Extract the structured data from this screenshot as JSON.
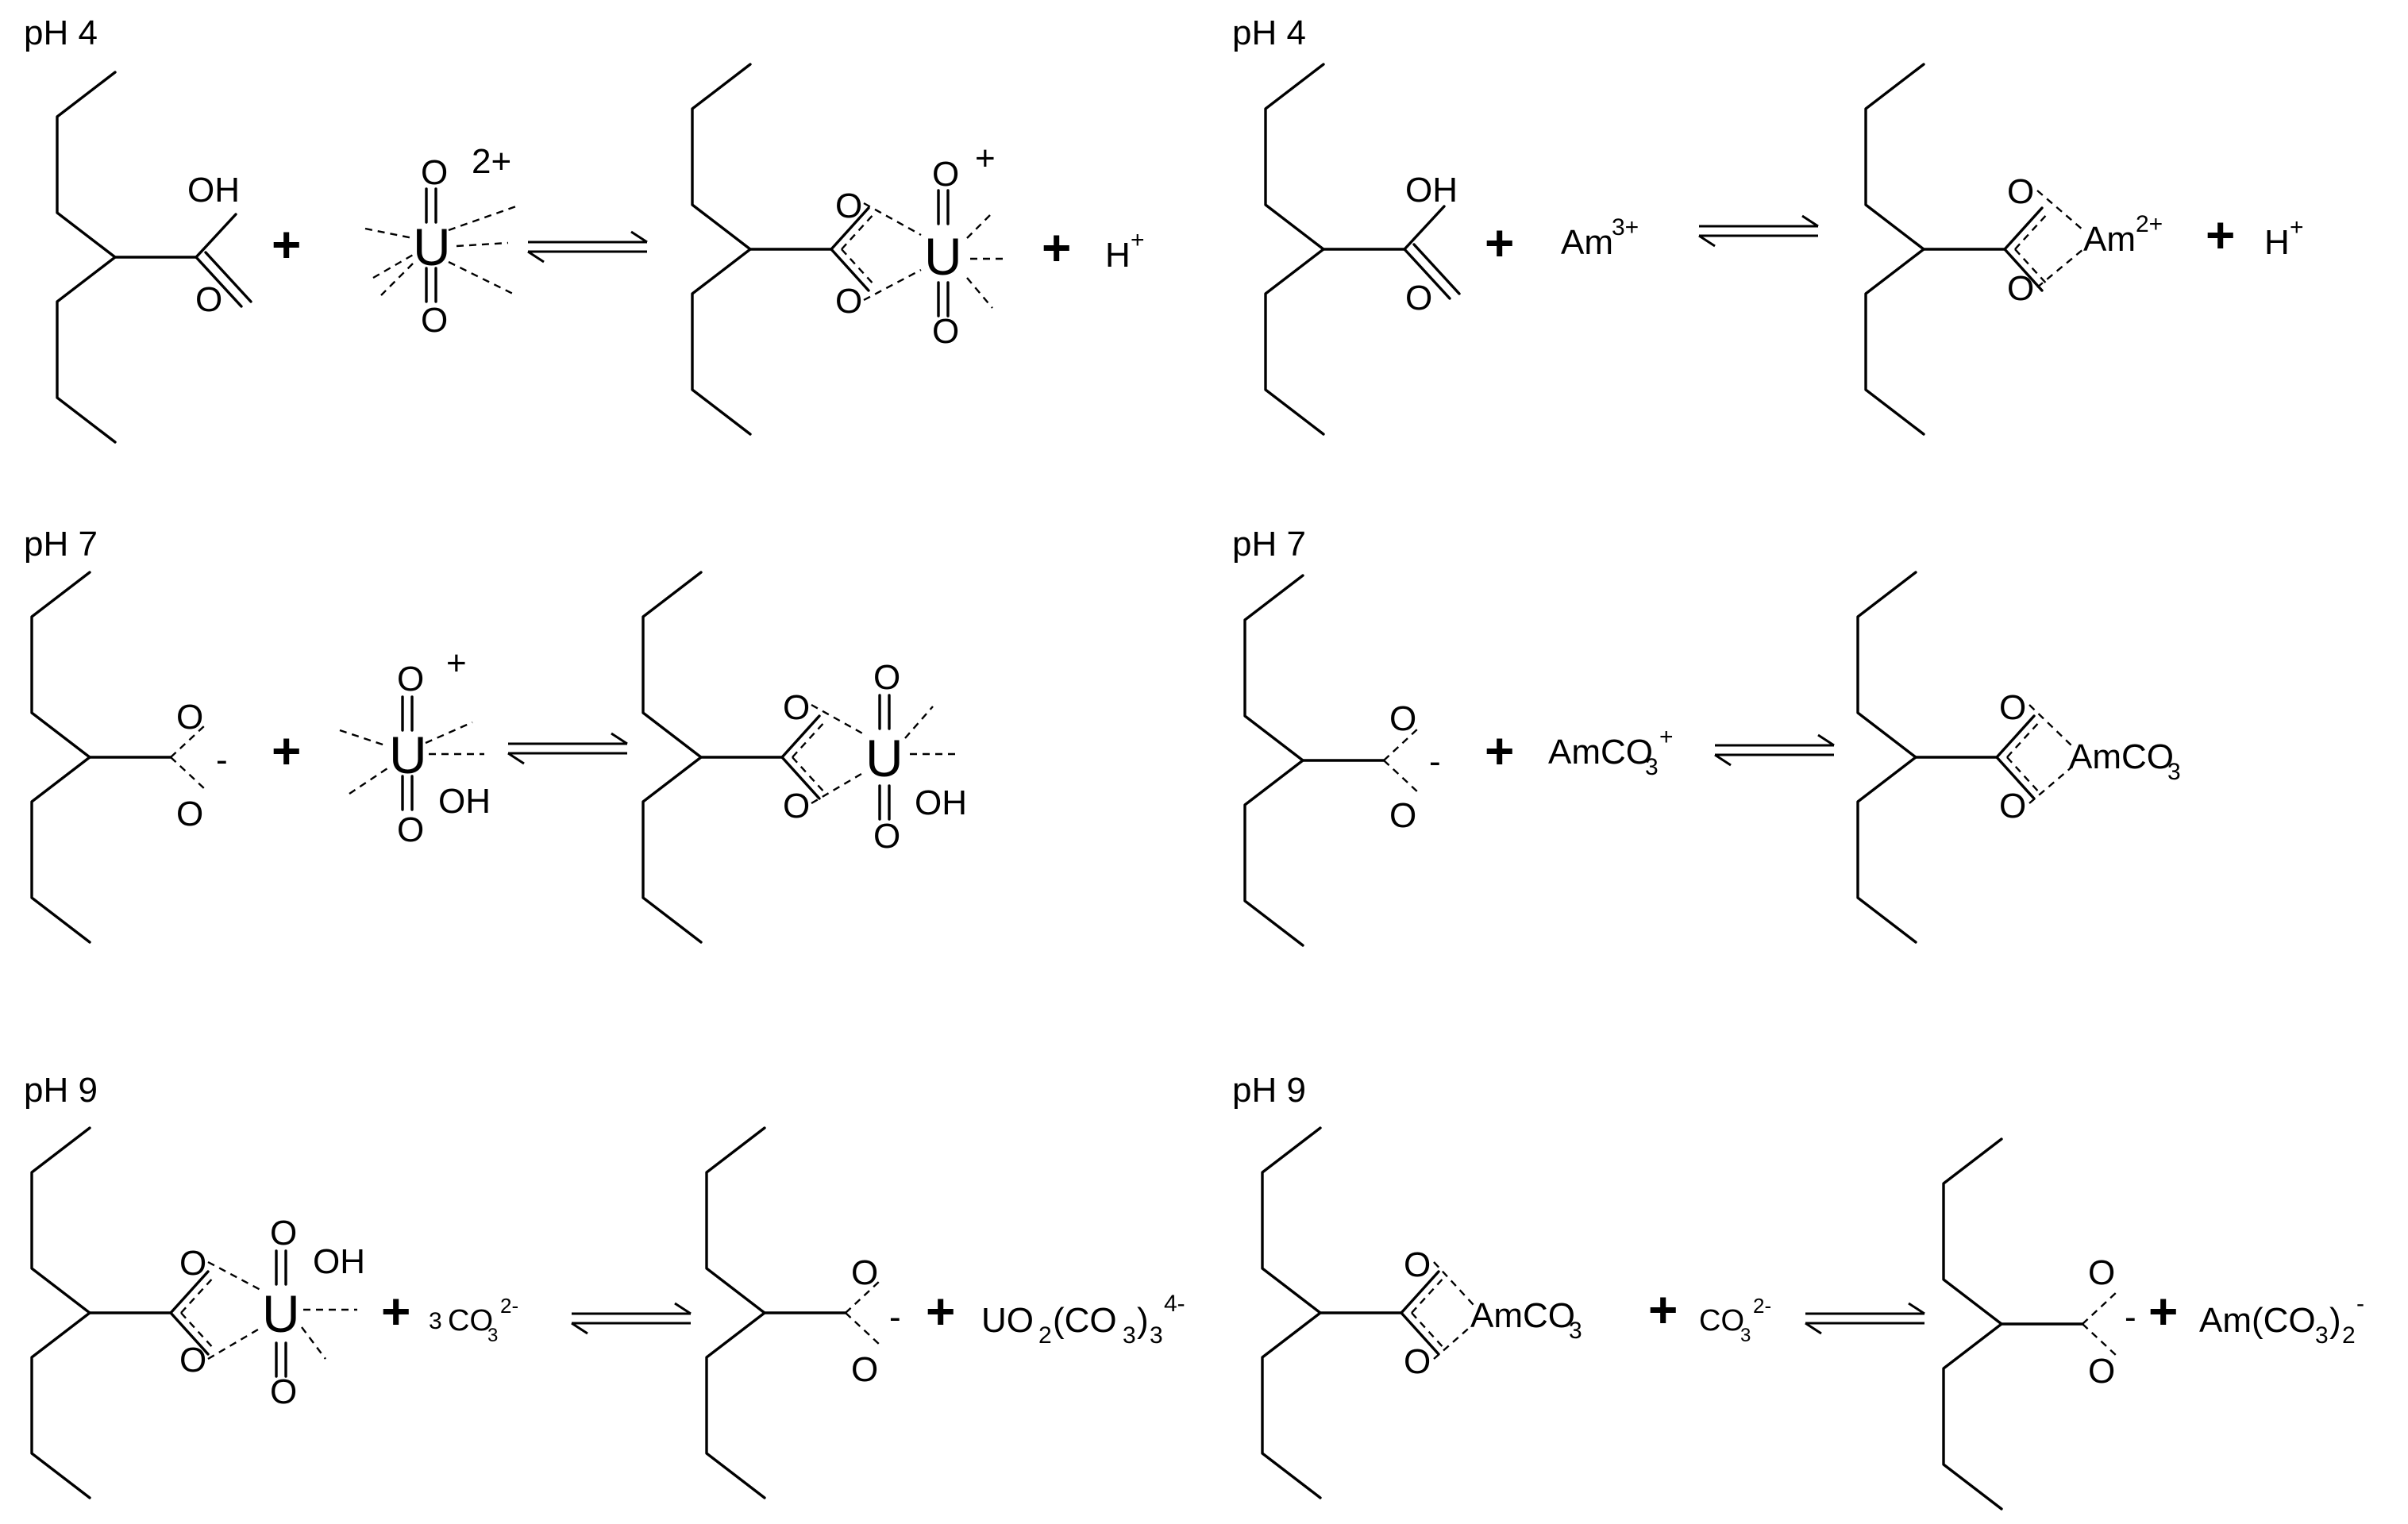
{
  "uranium": {
    "ph4": {
      "label": "pH 4",
      "acid": {
        "oh": "OH",
        "o": "O"
      },
      "plus1": "+",
      "ion": {
        "metal": "U",
        "o_top": "O",
        "o_bottom": "O",
        "charge": "2+"
      },
      "complex": {
        "o1": "O",
        "o2": "O",
        "metal": "U",
        "o_top": "O",
        "o_bottom": "O",
        "charge": "+"
      },
      "plus2": "+",
      "product": {
        "symbol": "H",
        "charge": "+"
      }
    },
    "ph7": {
      "label": "pH 7",
      "anion": {
        "o1": "O",
        "o2": "O",
        "charge": "-"
      },
      "plus1": "+",
      "ion": {
        "metal": "U",
        "o_top": "O",
        "o_bottom": "O",
        "oh": "OH",
        "charge": "+"
      },
      "complex": {
        "o1": "O",
        "o2": "O",
        "metal": "U",
        "o_top": "O",
        "o_bottom": "O",
        "oh": "OH"
      }
    },
    "ph9": {
      "label": "pH 9",
      "complex": {
        "o1": "O",
        "o2": "O",
        "metal": "U",
        "o_top": "O",
        "o_bottom": "O",
        "oh": "OH"
      },
      "plus1": "+",
      "reagent": {
        "coef": "3",
        "base": "CO",
        "sub": "3",
        "charge": "2-"
      },
      "anion": {
        "o1": "O",
        "o2": "O",
        "charge": "-"
      },
      "plus2": "+",
      "product": {
        "a": "UO",
        "sub1": "2",
        "b": "(CO",
        "sub2": "3",
        "c": ")",
        "sub3": "3",
        "charge": "4-"
      }
    }
  },
  "americium": {
    "ph4": {
      "label": "pH 4",
      "acid": {
        "oh": "OH",
        "o": "O"
      },
      "plus1": "+",
      "ion": {
        "base": "Am",
        "charge": "3+"
      },
      "complex": {
        "o1": "O",
        "o2": "O",
        "metal": "Am",
        "charge": "2+"
      },
      "plus2": "+",
      "product": {
        "symbol": "H",
        "charge": "+"
      }
    },
    "ph7": {
      "label": "pH 7",
      "anion": {
        "o1": "O",
        "o2": "O",
        "charge": "-"
      },
      "plus1": "+",
      "ion": {
        "base": "AmCO",
        "sub": "3",
        "charge": "+"
      },
      "complex": {
        "o1": "O",
        "o2": "O",
        "base": "AmCO",
        "sub": "3"
      }
    },
    "ph9": {
      "label": "pH 9",
      "complex": {
        "o1": "O",
        "o2": "O",
        "base": "AmCO",
        "sub": "3"
      },
      "plus1": "+",
      "reagent": {
        "base": "CO",
        "sub": "3",
        "charge": "2-"
      },
      "anion": {
        "o1": "O",
        "o2": "O",
        "charge": "-"
      },
      "plus2": "+",
      "product": {
        "a": "Am(CO",
        "sub1": "3",
        "b": ")",
        "sub2": "2",
        "charge": "-"
      }
    }
  }
}
